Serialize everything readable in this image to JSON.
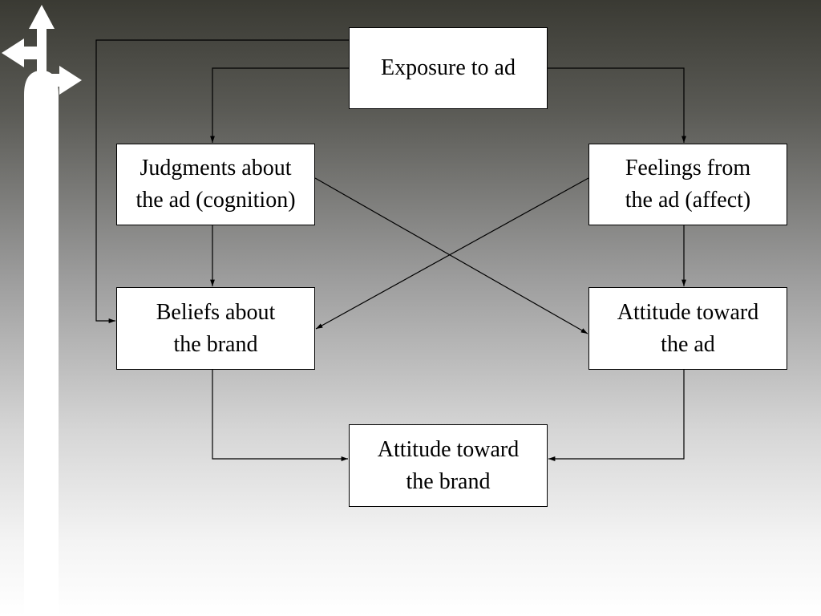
{
  "slide": {
    "background_top": "#3a3a33",
    "background_bottom": "#ffffff",
    "decoration_icon": "arrow-signpost-icon"
  },
  "diagram": {
    "nodes": {
      "exposure": {
        "lines": [
          "Exposure to ad"
        ]
      },
      "judgments": {
        "lines": [
          "Judgments about",
          "the ad (cognition)"
        ]
      },
      "feelings": {
        "lines": [
          "Feelings from",
          "the ad (affect)"
        ]
      },
      "beliefs": {
        "lines": [
          "Beliefs about",
          "the brand"
        ]
      },
      "attitude_ad": {
        "lines": [
          "Attitude toward",
          "the ad"
        ]
      },
      "attitude_brand": {
        "lines": [
          "Attitude toward",
          "the brand"
        ]
      }
    },
    "edges": [
      {
        "from": "exposure",
        "to": "judgments"
      },
      {
        "from": "exposure",
        "to": "feelings"
      },
      {
        "from": "exposure",
        "to": "beliefs"
      },
      {
        "from": "judgments",
        "to": "beliefs"
      },
      {
        "from": "judgments",
        "to": "attitude_ad"
      },
      {
        "from": "feelings",
        "to": "attitude_ad"
      },
      {
        "from": "feelings",
        "to": "beliefs"
      },
      {
        "from": "beliefs",
        "to": "attitude_brand"
      },
      {
        "from": "attitude_ad",
        "to": "attitude_brand"
      }
    ]
  }
}
